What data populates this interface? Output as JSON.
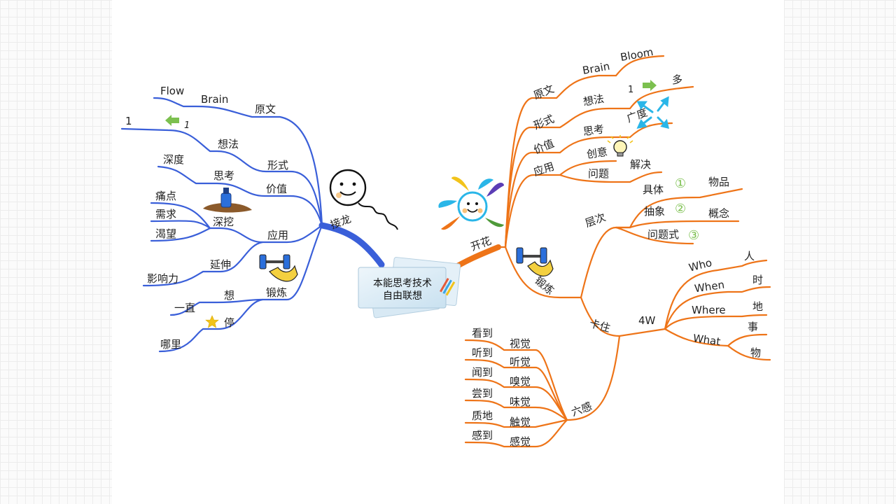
{
  "center": {
    "line1": "本能思考技术",
    "line2": "自由联想"
  },
  "left": {
    "root": "接龙",
    "yuanwen": {
      "label": "原文",
      "brain": "Brain",
      "flow": "Flow"
    },
    "xingshi": {
      "label": "形式",
      "idea": "想法",
      "one_a": "1",
      "one_b": "1"
    },
    "jiazhi": {
      "label": "价值",
      "think": "思考",
      "depth": "深度"
    },
    "yingyong": {
      "label": "应用",
      "dig": "深挖",
      "pain": "痛点",
      "need": "需求",
      "desire": "渴望",
      "extend": "延伸",
      "influence": "影响力"
    },
    "duanlian": {
      "label": "锻炼",
      "think": "想",
      "always": "一直",
      "stop": "停",
      "where": "哪里"
    }
  },
  "right": {
    "root": "开花",
    "yuanwen": {
      "label": "原文",
      "brain": "Brain",
      "bloom": "Bloom"
    },
    "xingshi": {
      "label": "形式",
      "idea": "想法",
      "one": "1",
      "many": "多"
    },
    "jiazhi": {
      "label": "价值",
      "think": "思考",
      "breadth": "广度"
    },
    "yingyong": {
      "label": "应用",
      "create": "创意",
      "problem": "问题",
      "solve": "解决"
    },
    "duanlian": {
      "label": "锻炼",
      "level": {
        "label": "层次",
        "concrete": "具体",
        "abstract": "抽象",
        "question": "问题式",
        "goods": "物品",
        "concept": "概念",
        "n1": "①",
        "n2": "②",
        "n3": "③"
      },
      "stuck": {
        "label": "卡住",
        "w4": "4W",
        "who": "Who",
        "when": "When",
        "where": "Where",
        "what": "What",
        "person": "人",
        "time": "时",
        "place": "地",
        "thing1": "事",
        "thing2": "物"
      }
    },
    "senses": {
      "label": "六感",
      "items": [
        {
          "sense": "视觉",
          "verb": "看到"
        },
        {
          "sense": "听觉",
          "verb": "听到"
        },
        {
          "sense": "嗅觉",
          "verb": "闻到"
        },
        {
          "sense": "味觉",
          "verb": "尝到"
        },
        {
          "sense": "触觉",
          "verb": "质地"
        },
        {
          "sense": "感觉",
          "verb": "感到"
        }
      ]
    }
  },
  "colors": {
    "left_branch": "#3a5fd9",
    "right_branch": "#ee7418",
    "arrow_green": "#7cc04f",
    "arrow_blue": "#2ab6e8",
    "star": "#f2c31a"
  },
  "icons": [
    "smiley-balloon-icon",
    "smiley-flower-icon",
    "weightlift-icon",
    "bottle-icon",
    "lightbulb-icon",
    "arrow-left-icon",
    "arrow-right-icon",
    "expand-arrows-icon",
    "star-icon",
    "circled-number-icon"
  ]
}
